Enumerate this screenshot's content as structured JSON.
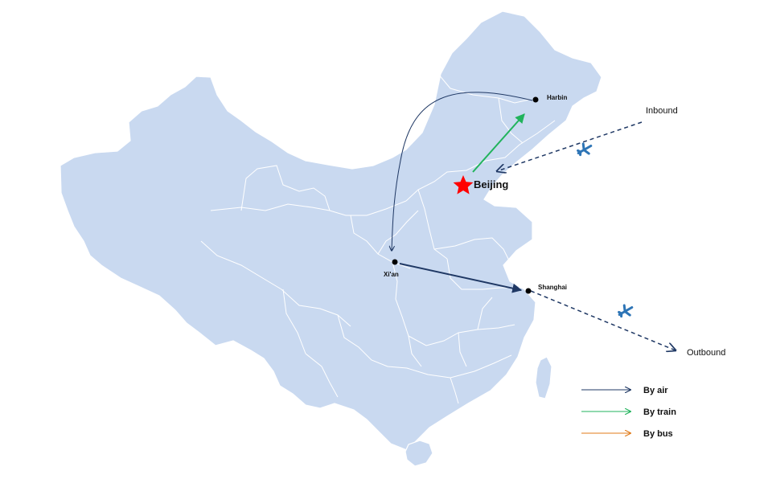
{
  "cities": {
    "beijing": "Beijing",
    "harbin": "Harbin",
    "xian": "Xi'an",
    "shanghai": "Shanghai"
  },
  "notes": {
    "inbound": "Inbound",
    "outbound": "Outbound"
  },
  "legend": {
    "air": "By air",
    "train": "By train",
    "bus": "By bus"
  },
  "colors": {
    "land": "#c9d9f0",
    "border": "#ffffff",
    "air": "#1f3864",
    "train": "#21b35c",
    "bus": "#e07b1a",
    "star": "#ff0000",
    "plane": "#2e75b6"
  },
  "icons": [
    "star-icon",
    "airplane-icon"
  ]
}
